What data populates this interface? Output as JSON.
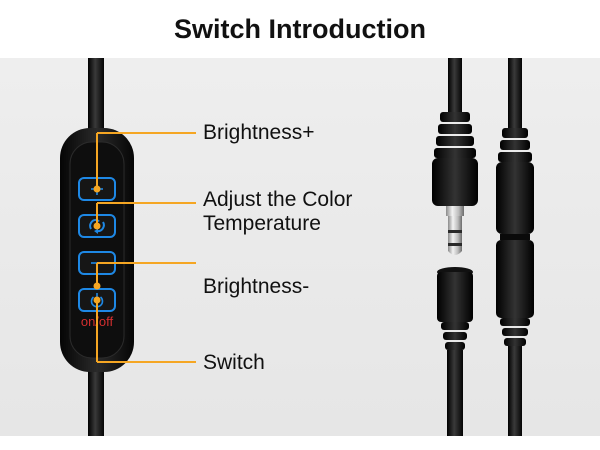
{
  "page": {
    "title": "Switch Introduction"
  },
  "controller": {
    "on_off_text": "on/off",
    "labels": {
      "brightness_up": "Brightness+",
      "color_temp_line1": "Adjust the Color",
      "color_temp_line2": "Temperature",
      "brightness_down": "Brightness-",
      "switch": "Switch"
    }
  },
  "colors": {
    "accent": "#f5a623",
    "button_glow": "#1e88e5",
    "on_off_text": "#d32f2f",
    "controller_body": "#111111"
  },
  "icons": [
    "plus-icon",
    "color-temperature-icon",
    "minus-icon",
    "power-icon"
  ]
}
